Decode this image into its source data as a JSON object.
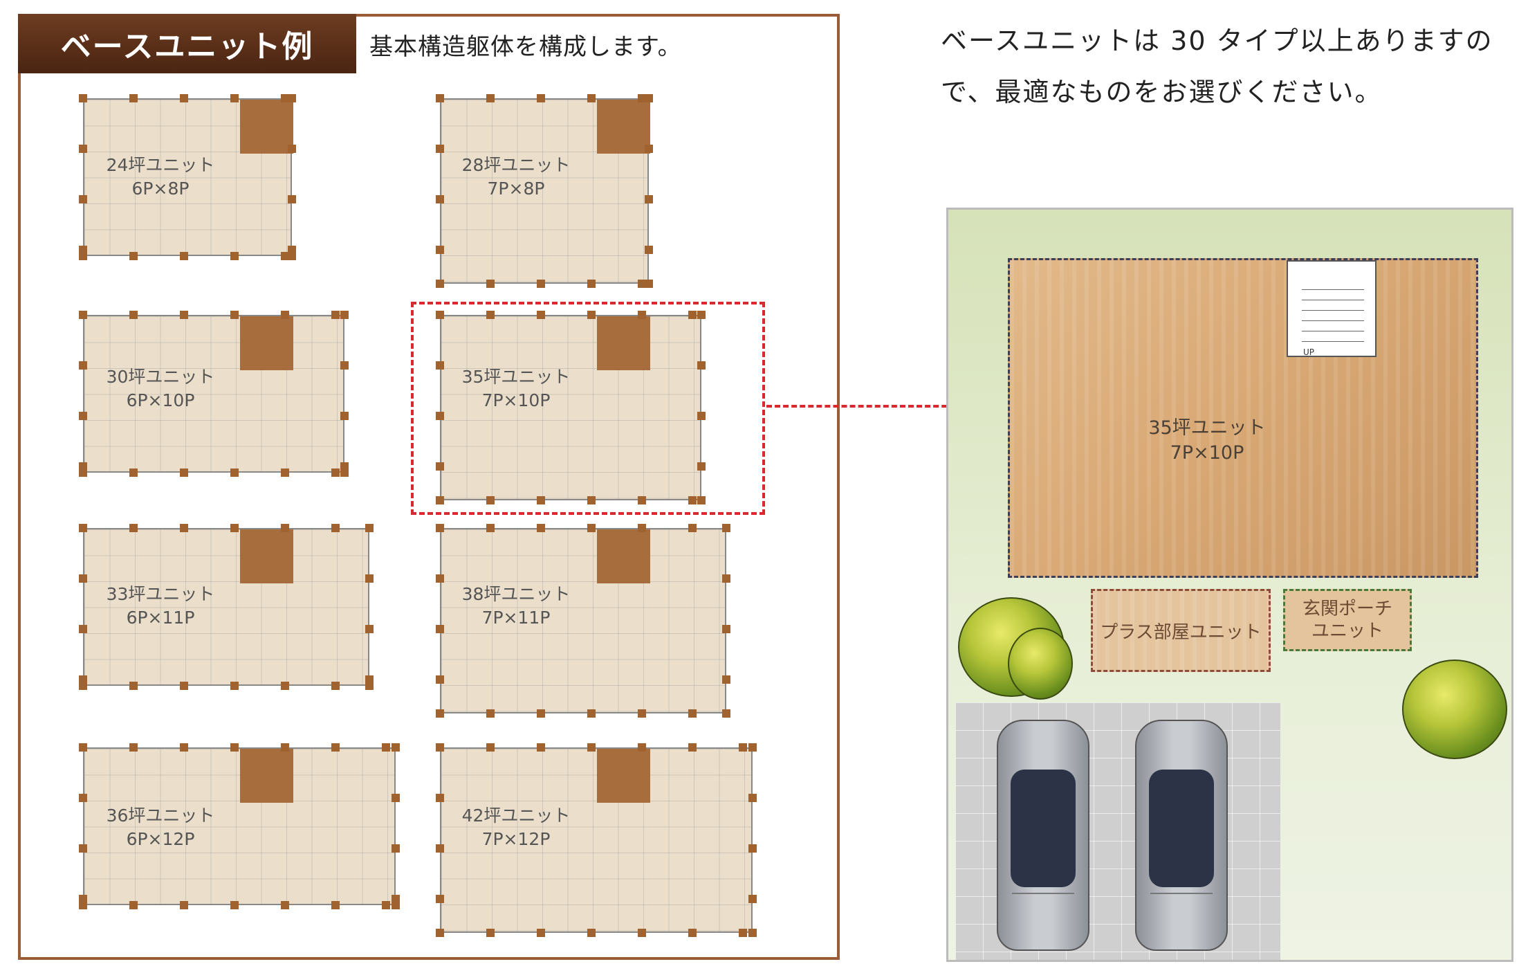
{
  "panel": {
    "tab_title": "ベースユニット例",
    "subtitle": "基本構造躯体を構成します。"
  },
  "note": {
    "line1": "ベースユニットは 30 タイプ以上ありますの",
    "line2": "で、最適なものをお選びください。"
  },
  "units": [
    {
      "name": "24坪ユニット",
      "size": "6P×8P"
    },
    {
      "name": "28坪ユニット",
      "size": "7P×8P"
    },
    {
      "name": "30坪ユニット",
      "size": "6P×10P"
    },
    {
      "name": "35坪ユニット",
      "size": "7P×10P"
    },
    {
      "name": "33坪ユニット",
      "size": "6P×11P"
    },
    {
      "name": "38坪ユニット",
      "size": "7P×11P"
    },
    {
      "name": "36坪ユニット",
      "size": "6P×12P"
    },
    {
      "name": "42坪ユニット",
      "size": "7P×12P"
    }
  ],
  "site": {
    "main_unit_name": "35坪ユニット",
    "main_unit_size": "7P×10P",
    "plus_unit": "プラス部屋ユニット",
    "porch_line1": "玄関ポーチ",
    "porch_line2": "ユニット",
    "stair_label": "UP"
  },
  "colors": {
    "frame": "#9a5c35",
    "tab": "#5a2f18",
    "plan_fill": "#ebdfcb",
    "core": "#a86d3c",
    "highlight": "#d9282f"
  }
}
